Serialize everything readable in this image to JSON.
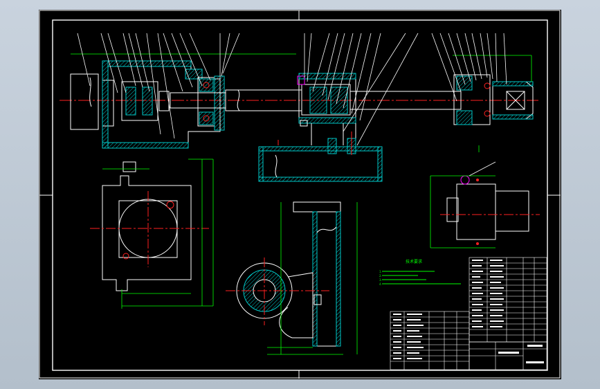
{
  "app": {
    "window_title": "",
    "background_color": "#000000",
    "frame_color": "#ffffff"
  },
  "colors": {
    "outline": "#ffffff",
    "centerline": "#ff2020",
    "dimension": "#00ff00",
    "hatch": "#00c8c8",
    "leader": "#ffffff",
    "note_text": "#00ff00",
    "part_highlight": "#ff00ff",
    "label_yellow": "#ffff00"
  },
  "drawing": {
    "tech_requirements": {
      "heading": "技术要求",
      "lines": [
        "1.",
        "2.",
        "3.",
        "4."
      ]
    },
    "title_block": {
      "main_title": "",
      "sheet_no": "",
      "drawing_name": ""
    }
  }
}
